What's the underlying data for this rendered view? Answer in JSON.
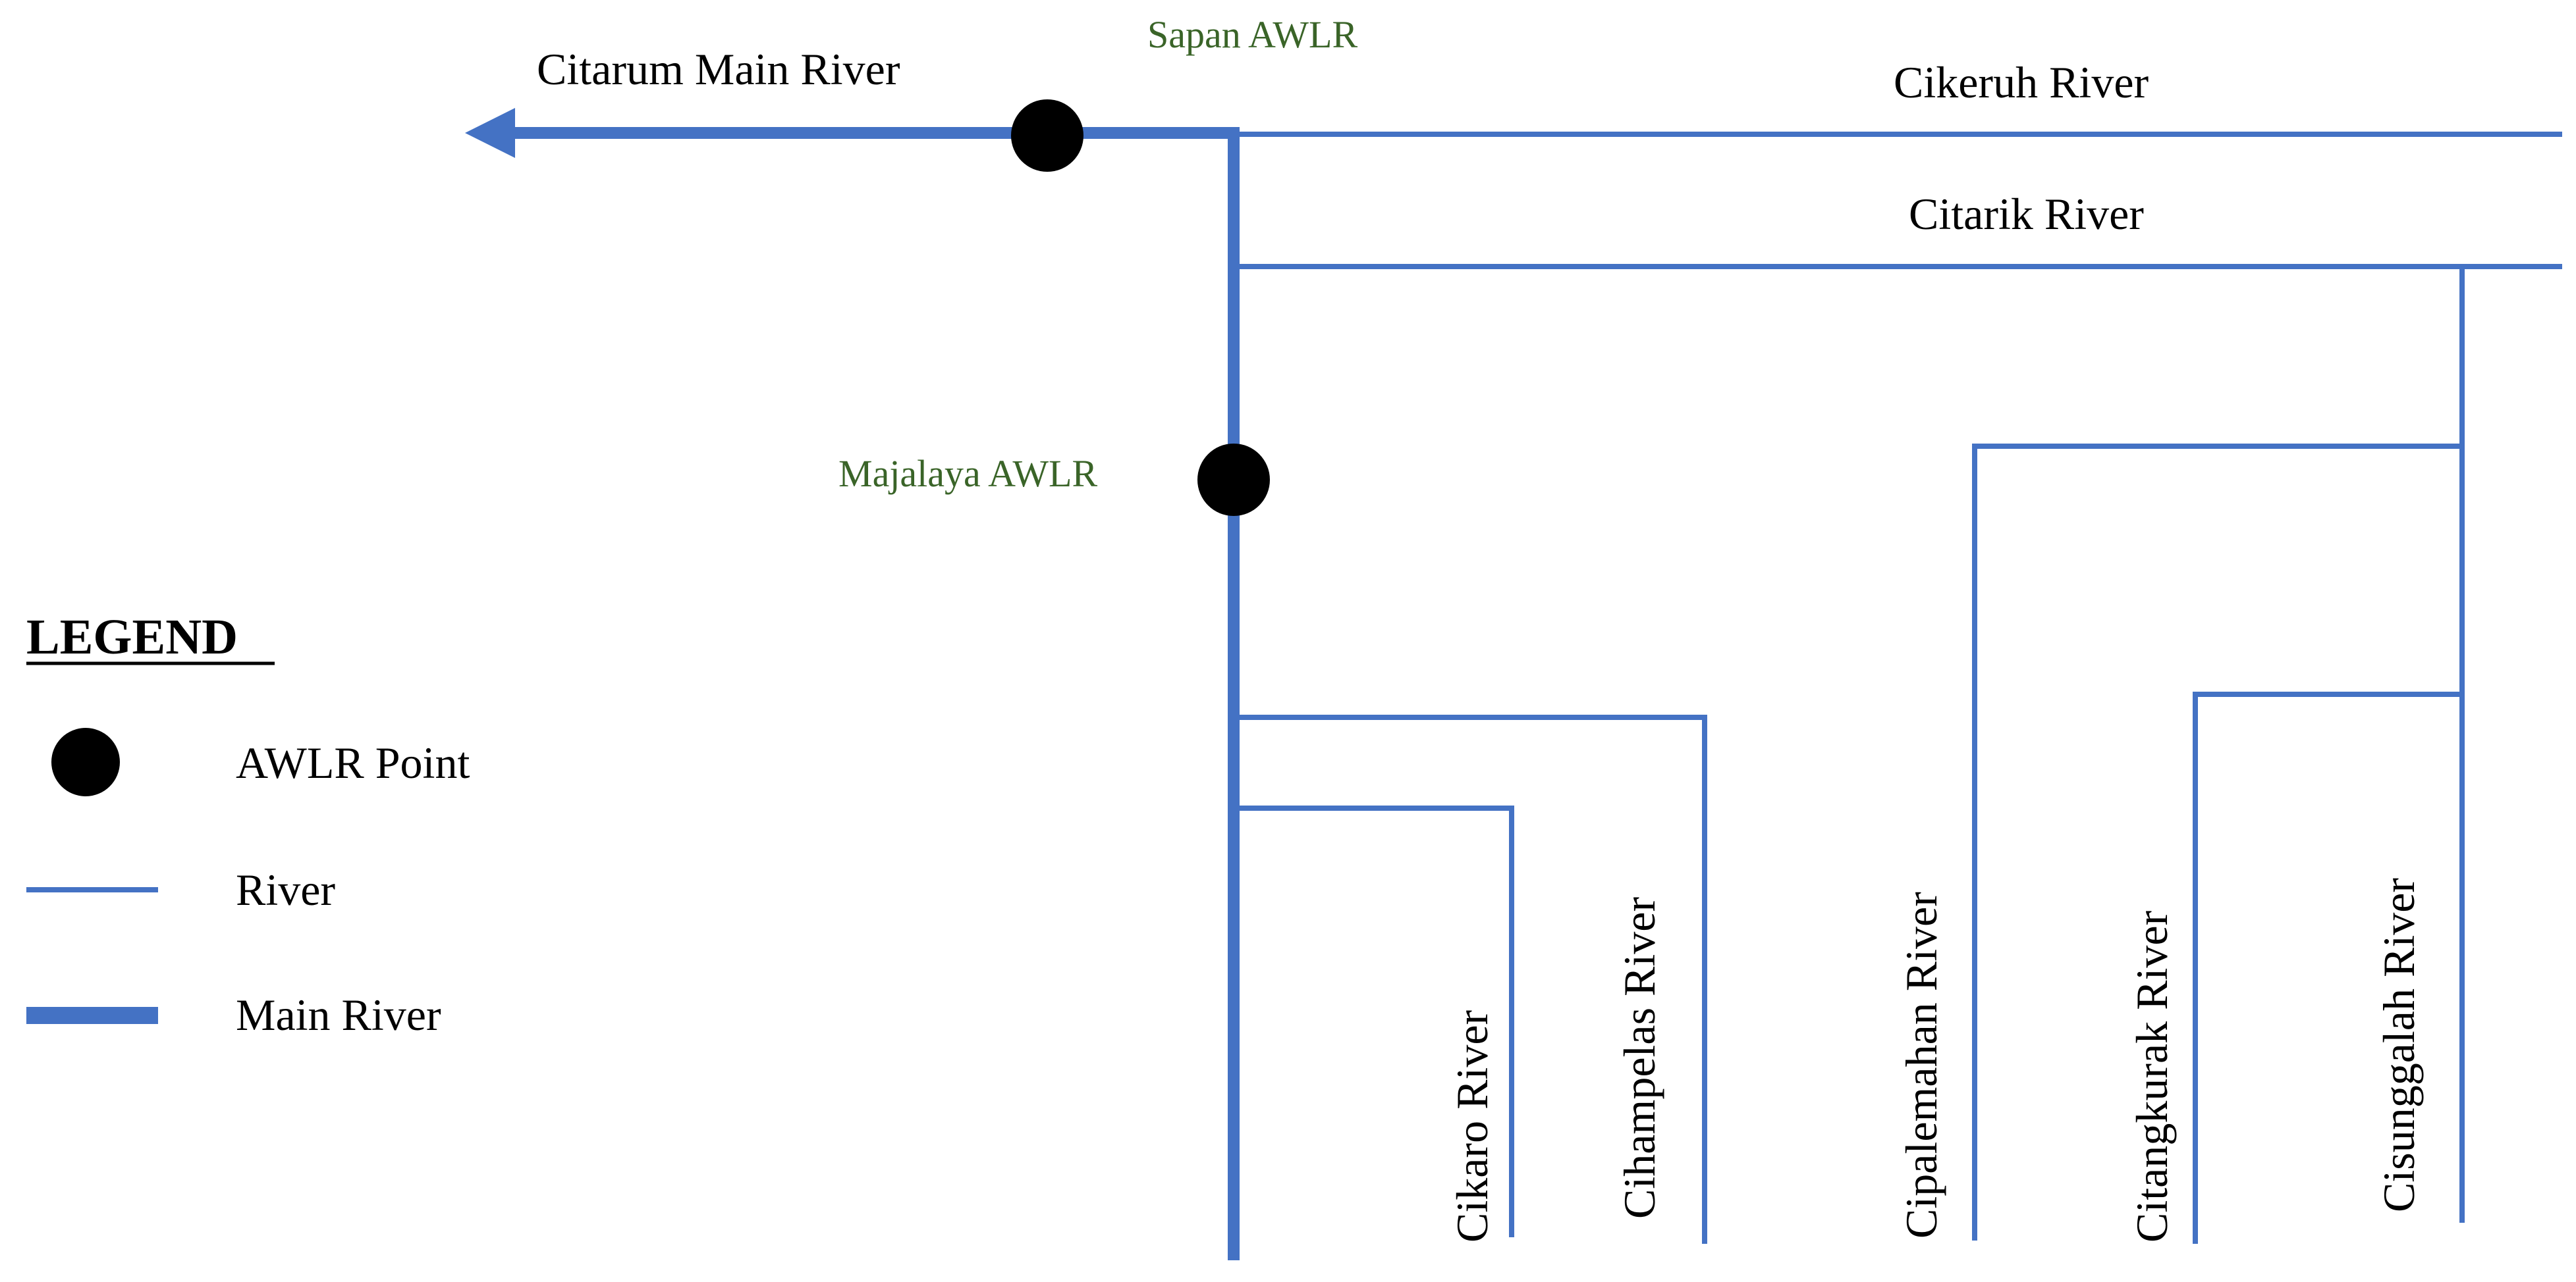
{
  "colors": {
    "river": "#4472C4",
    "awlr_point": "#000000",
    "awlr_label": "#3A6428",
    "text": "#000000"
  },
  "main_river": {
    "label": "Citarum Main River"
  },
  "rivers": {
    "cikeruh": "Cikeruh River",
    "citarik": "Citarik River",
    "cikaro": "Cikaro River",
    "cihampelas": "Cihampelas River",
    "cipalemahan": "Cipalemahan River",
    "citangkurak": "Citangkurak River",
    "cisunggalah": "Cisunggalah River"
  },
  "stations": {
    "sapan": "Sapan AWLR",
    "majalaya": "Majalaya AWLR"
  },
  "legend": {
    "title": "LEGEND",
    "items": [
      {
        "symbol": "awlr-point-icon",
        "label": "AWLR Point"
      },
      {
        "symbol": "river-line-icon",
        "label": "River"
      },
      {
        "symbol": "main-river-line-icon",
        "label": "Main River"
      }
    ]
  }
}
